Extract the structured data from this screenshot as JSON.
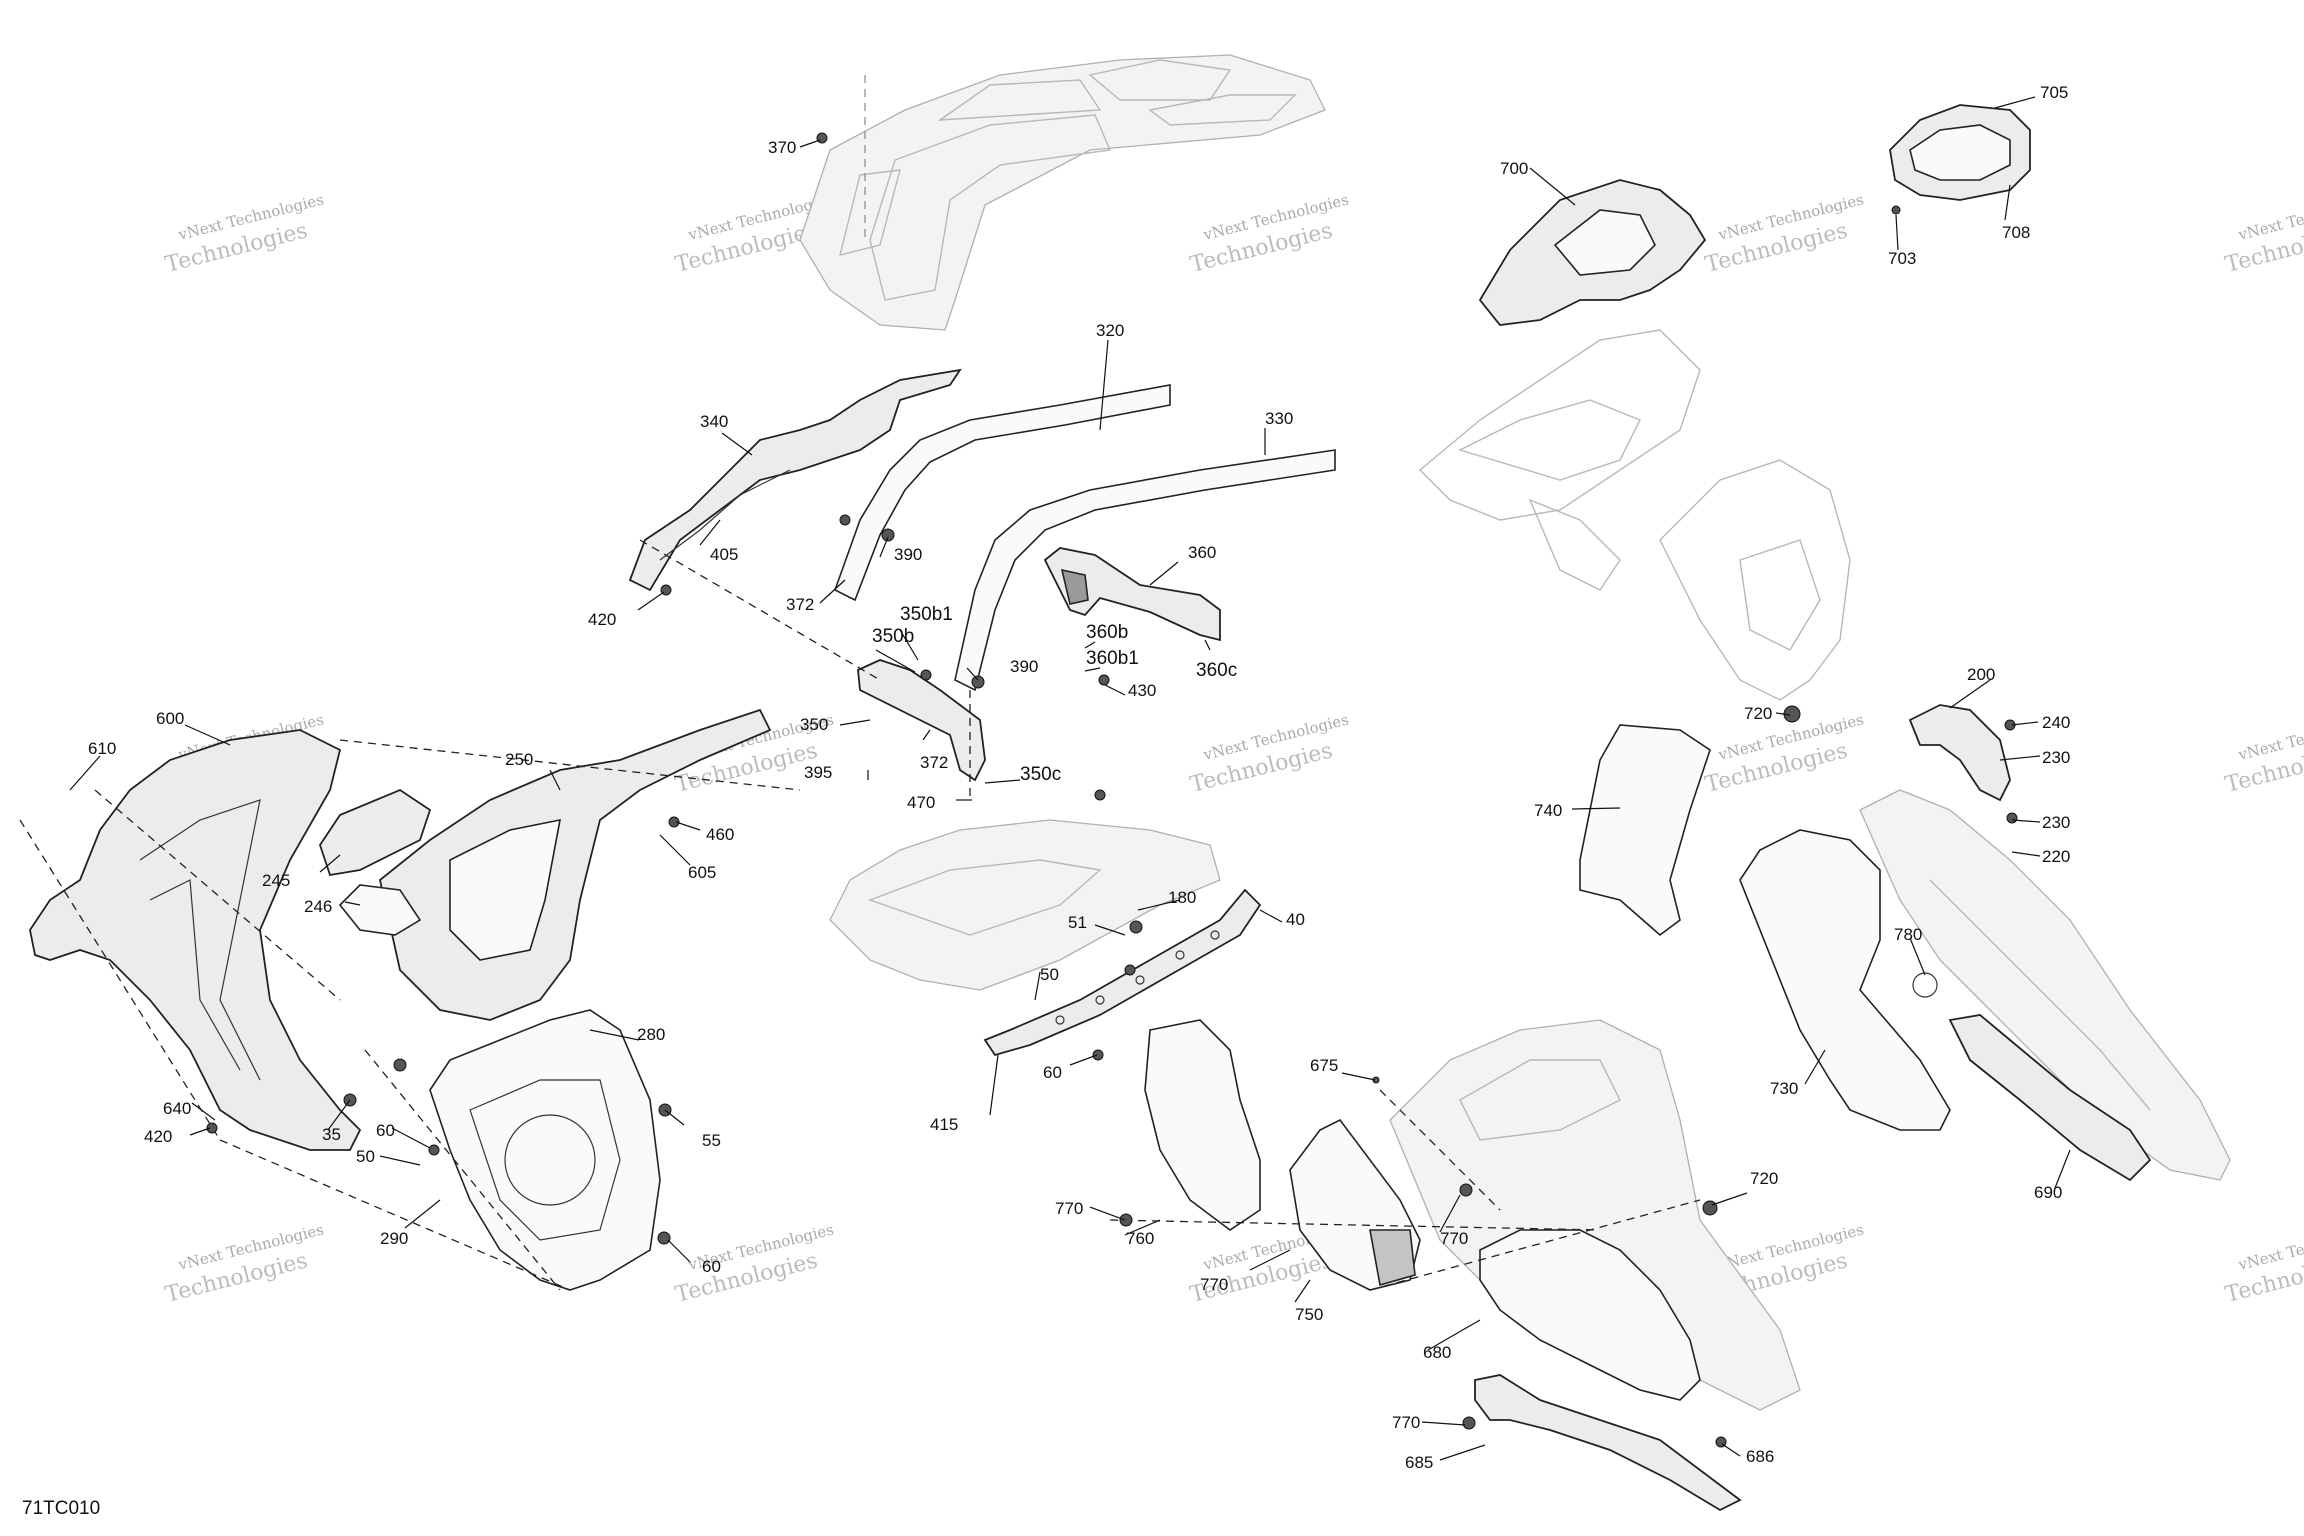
{
  "figure": {
    "code": "71TC010"
  },
  "watermark": {
    "line1": "vNext Technologies",
    "line2": "Technologies"
  },
  "callouts": [
    {
      "id": "c370",
      "label": "370"
    },
    {
      "id": "c340",
      "label": "340"
    },
    {
      "id": "c320",
      "label": "320"
    },
    {
      "id": "c330",
      "label": "330"
    },
    {
      "id": "c405",
      "label": "405"
    },
    {
      "id": "c390a",
      "label": "390"
    },
    {
      "id": "c372a",
      "label": "372"
    },
    {
      "id": "c420a",
      "label": "420"
    },
    {
      "id": "c360",
      "label": "360"
    },
    {
      "id": "c350b1",
      "label": "350b1"
    },
    {
      "id": "c350b",
      "label": "350b"
    },
    {
      "id": "c360b",
      "label": "360b"
    },
    {
      "id": "c360b1",
      "label": "360b1"
    },
    {
      "id": "c360c",
      "label": "360c"
    },
    {
      "id": "c390b",
      "label": "390"
    },
    {
      "id": "c430",
      "label": "430"
    },
    {
      "id": "c350",
      "label": "350"
    },
    {
      "id": "c372b",
      "label": "372"
    },
    {
      "id": "c395",
      "label": "395"
    },
    {
      "id": "c350c",
      "label": "350c"
    },
    {
      "id": "c470",
      "label": "470"
    },
    {
      "id": "c600",
      "label": "600"
    },
    {
      "id": "c610",
      "label": "610"
    },
    {
      "id": "c250",
      "label": "250"
    },
    {
      "id": "c460",
      "label": "460"
    },
    {
      "id": "c605",
      "label": "605"
    },
    {
      "id": "c245",
      "label": "245"
    },
    {
      "id": "c246",
      "label": "246"
    },
    {
      "id": "c180",
      "label": "180"
    },
    {
      "id": "c40",
      "label": "40"
    },
    {
      "id": "c51",
      "label": "51"
    },
    {
      "id": "c50a",
      "label": "50"
    },
    {
      "id": "c60a",
      "label": "60"
    },
    {
      "id": "c415",
      "label": "415"
    },
    {
      "id": "c280",
      "label": "280"
    },
    {
      "id": "c640",
      "label": "640"
    },
    {
      "id": "c420b",
      "label": "420"
    },
    {
      "id": "c35",
      "label": "35"
    },
    {
      "id": "c60b",
      "label": "60"
    },
    {
      "id": "c55",
      "label": "55"
    },
    {
      "id": "c50b",
      "label": "50"
    },
    {
      "id": "c290",
      "label": "290"
    },
    {
      "id": "c60c",
      "label": "60"
    },
    {
      "id": "c700",
      "label": "700"
    },
    {
      "id": "c705",
      "label": "705"
    },
    {
      "id": "c703",
      "label": "703"
    },
    {
      "id": "c708",
      "label": "708"
    },
    {
      "id": "c720a",
      "label": "720"
    },
    {
      "id": "c200",
      "label": "200"
    },
    {
      "id": "c240",
      "label": "240"
    },
    {
      "id": "c230a",
      "label": "230"
    },
    {
      "id": "c740",
      "label": "740"
    },
    {
      "id": "c230b",
      "label": "230"
    },
    {
      "id": "c220",
      "label": "220"
    },
    {
      "id": "c780",
      "label": "780"
    },
    {
      "id": "c730",
      "label": "730"
    },
    {
      "id": "c690",
      "label": "690"
    },
    {
      "id": "c675",
      "label": "675"
    },
    {
      "id": "c770a",
      "label": "770"
    },
    {
      "id": "c760",
      "label": "760"
    },
    {
      "id": "c770b",
      "label": "770"
    },
    {
      "id": "c720b",
      "label": "720"
    },
    {
      "id": "c770c",
      "label": "770"
    },
    {
      "id": "c750",
      "label": "750"
    },
    {
      "id": "c680",
      "label": "680"
    },
    {
      "id": "c770d",
      "label": "770"
    },
    {
      "id": "c685",
      "label": "685"
    },
    {
      "id": "c686",
      "label": "686"
    }
  ]
}
